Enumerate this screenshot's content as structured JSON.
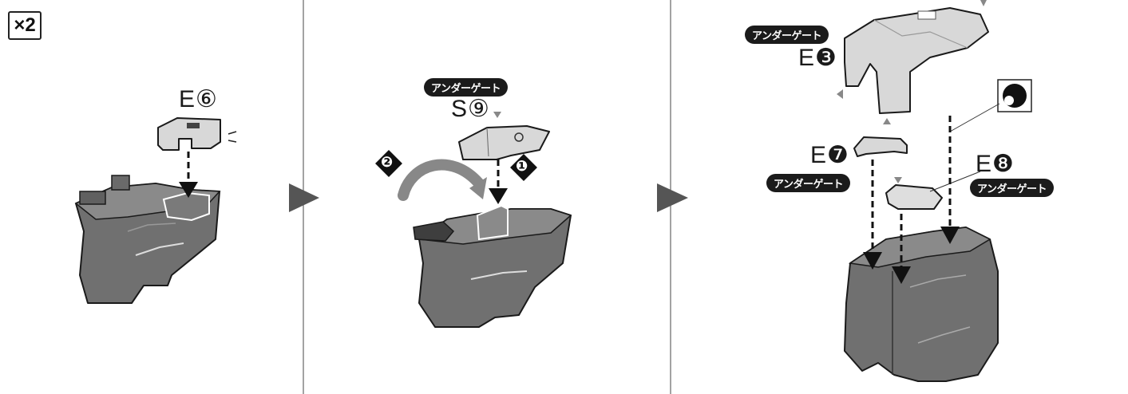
{
  "quantity": "×2",
  "step1": {
    "part": "E⑥"
  },
  "step2": {
    "part": "S⑨",
    "gate": "アンダーゲート",
    "order": [
      "❶",
      "❷"
    ]
  },
  "step3": {
    "parts": [
      {
        "id": "E❸",
        "gate": "アンダーゲート"
      },
      {
        "id": "E❼",
        "gate": "アンダーゲート"
      },
      {
        "id": "E❽",
        "gate": "アンダーゲート"
      }
    ]
  },
  "colors": {
    "part_dark": "#6e6e6e",
    "part_light": "#dcdcdc",
    "outline": "#1a1a1a",
    "ink": "#111111"
  }
}
